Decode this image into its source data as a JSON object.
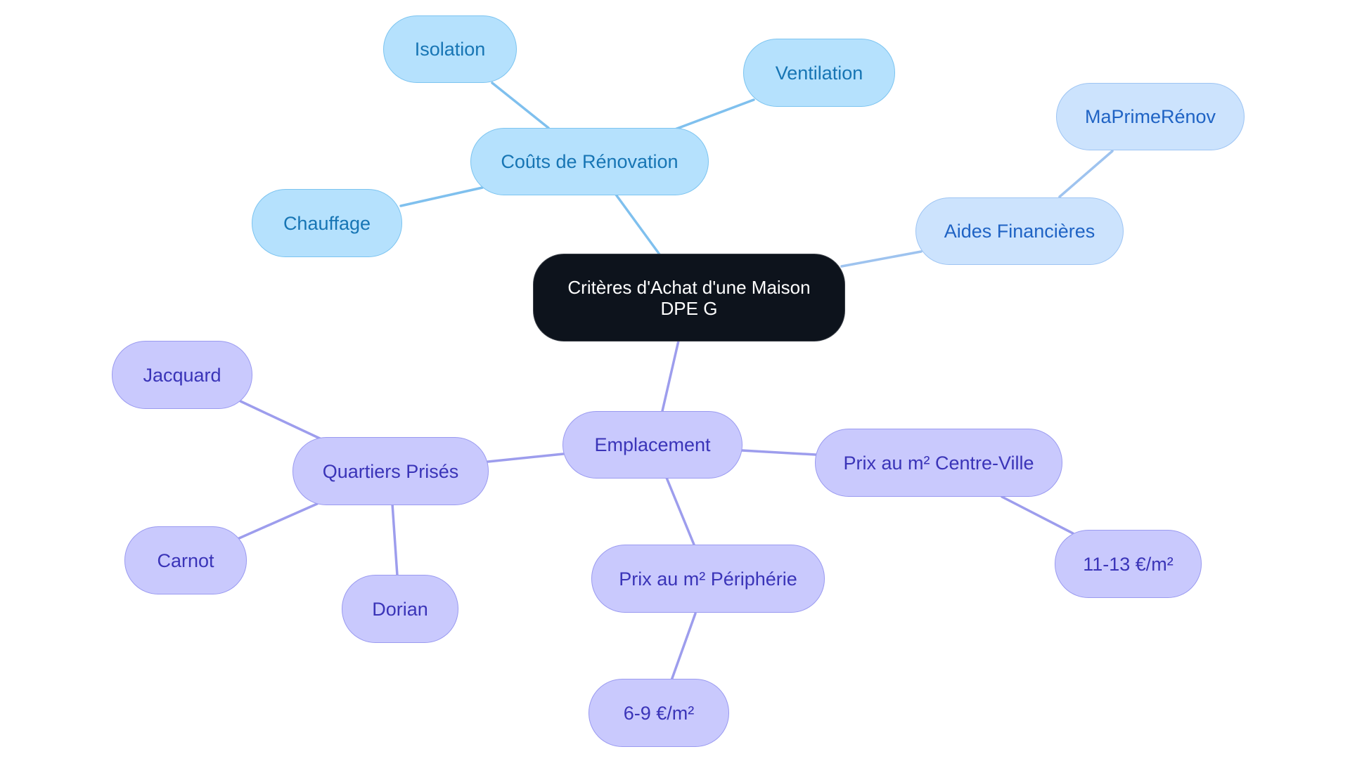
{
  "colors": {
    "root_fill": "#0d131c",
    "root_stroke": "#3a3f47",
    "root_text": "#ffffff",
    "cyan_fill": "#b5e1fd",
    "cyan_stroke": "#7cc4f0",
    "cyan_text": "#1775b4",
    "cyan_edge": "#7fc0ee",
    "lightblue_fill": "#cce3fd",
    "lightblue_stroke": "#9dc4f3",
    "lightblue_text": "#1f63c4",
    "lightblue_edge": "#9ec3ef",
    "purple_fill": "#c9c9fd",
    "purple_stroke": "#9a9af0",
    "purple_text": "#3a34b8",
    "purple_edge": "#9d9ded"
  },
  "root": {
    "line1": "Critères d'Achat d'une Maison",
    "line2": "DPE G"
  },
  "renovation": {
    "label": "Coûts de Rénovation",
    "isolation": "Isolation",
    "ventilation": "Ventilation",
    "chauffage": "Chauffage"
  },
  "aides": {
    "label": "Aides Financières",
    "maprimerenov": "MaPrimeRénov"
  },
  "emplacement": {
    "label": "Emplacement",
    "quartiers": {
      "label": "Quartiers Prisés",
      "jacquard": "Jacquard",
      "carnot": "Carnot",
      "dorian": "Dorian"
    },
    "centre_ville": {
      "label": "Prix au m² Centre-Ville",
      "value": "11-13 €/m²"
    },
    "peripherie": {
      "label": "Prix au m² Périphérie",
      "value": "6-9 €/m²"
    }
  }
}
